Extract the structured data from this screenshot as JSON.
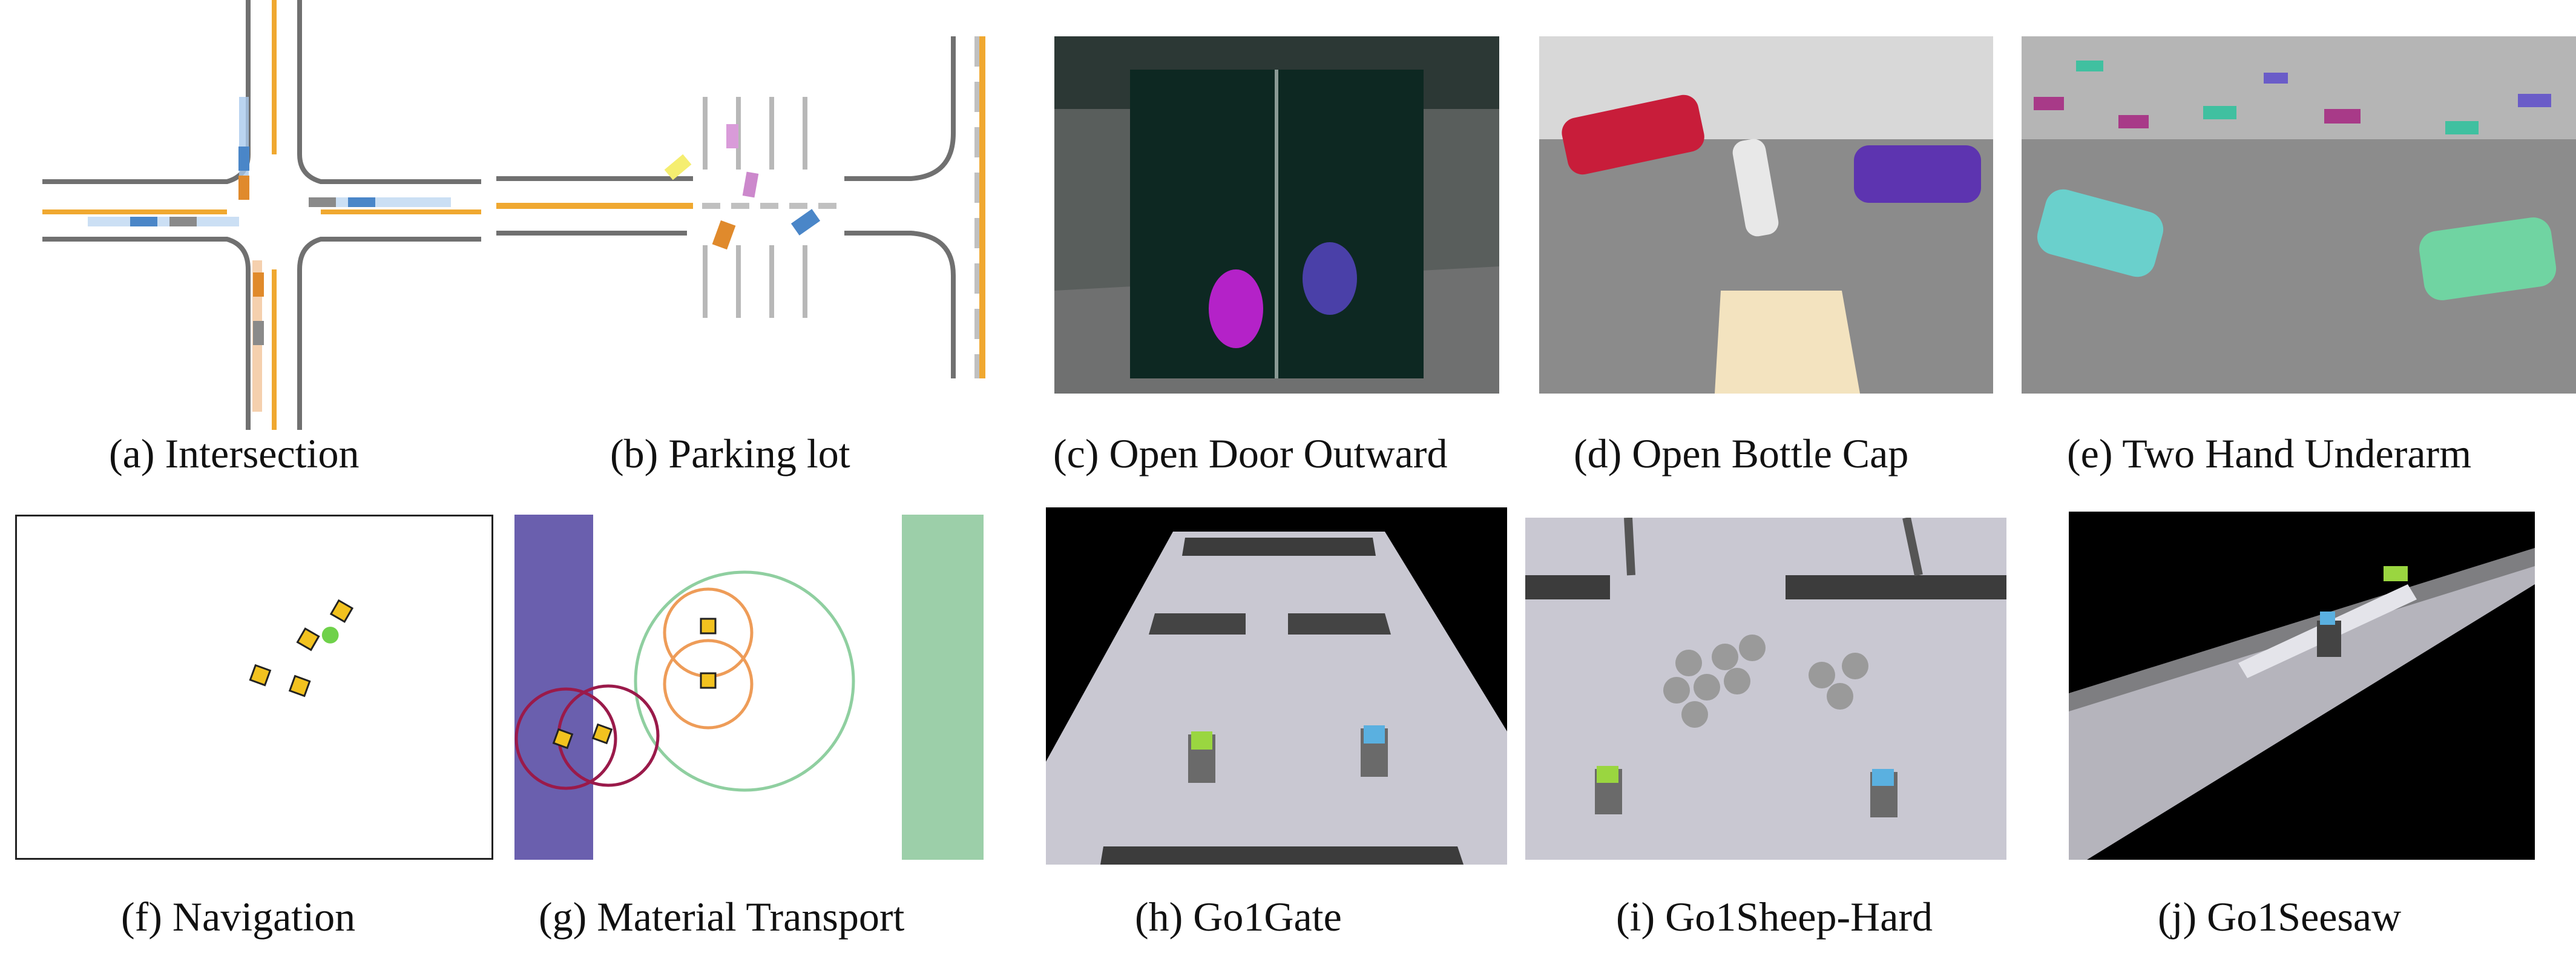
{
  "figure": {
    "panels": [
      {
        "id": "a",
        "caption": "(a) Intersection"
      },
      {
        "id": "b",
        "caption": "(b) Parking lot"
      },
      {
        "id": "c",
        "caption": "(c) Open Door Outward"
      },
      {
        "id": "d",
        "caption": "(d) Open Bottle Cap"
      },
      {
        "id": "e",
        "caption": "(e) Two Hand Underarm"
      },
      {
        "id": "f",
        "caption": "(f) Navigation"
      },
      {
        "id": "g",
        "caption": "(g) Material Transport"
      },
      {
        "id": "h",
        "caption": "(h) Go1Gate"
      },
      {
        "id": "i",
        "caption": "(i) Go1Sheep-Hard"
      },
      {
        "id": "j",
        "caption": "(j) Go1Seesaw"
      }
    ]
  },
  "colors": {
    "road_orange": "#f0a830",
    "road_gray": "#707070",
    "agent_yellow": "#f2c21f",
    "goal_green": "#6fd14a",
    "transport_purple": "#6a5fae",
    "transport_green": "#9ccfa9",
    "circle_orange": "#ee9c58",
    "circle_crimson": "#9a1a4a",
    "circle_green": "#8fcfa0"
  }
}
